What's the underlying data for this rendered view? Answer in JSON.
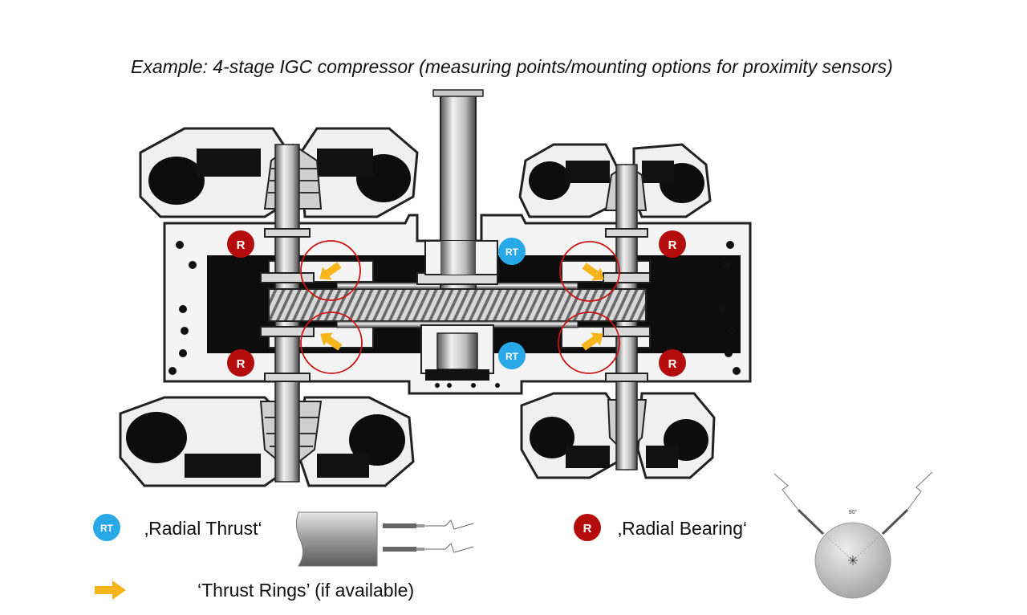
{
  "title": "Example: 4-stage IGC compressor (measuring points/mounting options for proximity sensors)",
  "markers": {
    "rt_label": "RT",
    "r_label": "R"
  },
  "legend": {
    "radial_thrust": "‚Radial Thrust‘",
    "radial_bearing": "‚Radial Bearing‘",
    "thrust_rings": "‘Thrust Rings’ (if available)"
  },
  "sensor_angle_label": "90°",
  "colors": {
    "rt_marker": "#29a8e8",
    "r_marker": "#b40c0c",
    "thrust_arrow": "#f7b51c",
    "highlight_circle": "#cc1111"
  }
}
